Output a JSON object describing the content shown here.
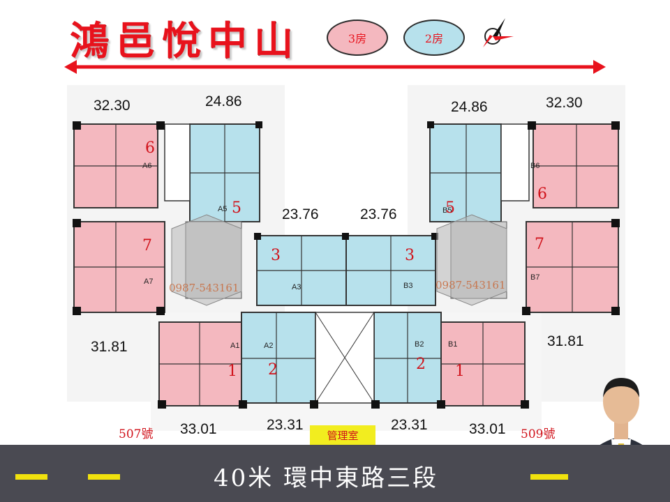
{
  "title": "鴻邑悅中山",
  "legend": {
    "three_room": "3房",
    "two_room": "2房"
  },
  "colors": {
    "three_room_fill": "#f4b8bf",
    "two_room_fill": "#b7e1ec",
    "title_red": "#e8121c",
    "road": "#4a4a52",
    "road_marking": "#f1e20e"
  },
  "compass": "compass-icon",
  "areas": {
    "tl_a6": "32.30",
    "tl_a5": "24.86",
    "tr_b5": "24.86",
    "tr_b6": "32.30",
    "mid_a3": "23.76",
    "mid_b3": "23.76",
    "l_a7": "31.81",
    "r_b7": "31.81",
    "b_a1": "33.01",
    "b_a2": "23.31",
    "b_b2": "23.31",
    "b_b1": "33.01"
  },
  "units": {
    "A6": "A6",
    "A5": "A5",
    "A7": "A7",
    "A3": "A3",
    "A1": "A1",
    "A2": "A2",
    "B5": "B5",
    "B6": "B6",
    "B7": "B7",
    "B3": "B3",
    "B1": "B1",
    "B2": "B2"
  },
  "unit_numbers": {
    "A6": "6",
    "A5": "5",
    "A7": "7",
    "A3": "3",
    "A1": "1",
    "A2": "2",
    "B5": "5",
    "B6": "6",
    "B7": "7",
    "B3": "3",
    "B1": "1",
    "B2": "2"
  },
  "house_no_left": "507號",
  "house_no_right": "509號",
  "management": "管理室",
  "road": "40米  環中東路三段",
  "watermark_phone": "0987-543161"
}
